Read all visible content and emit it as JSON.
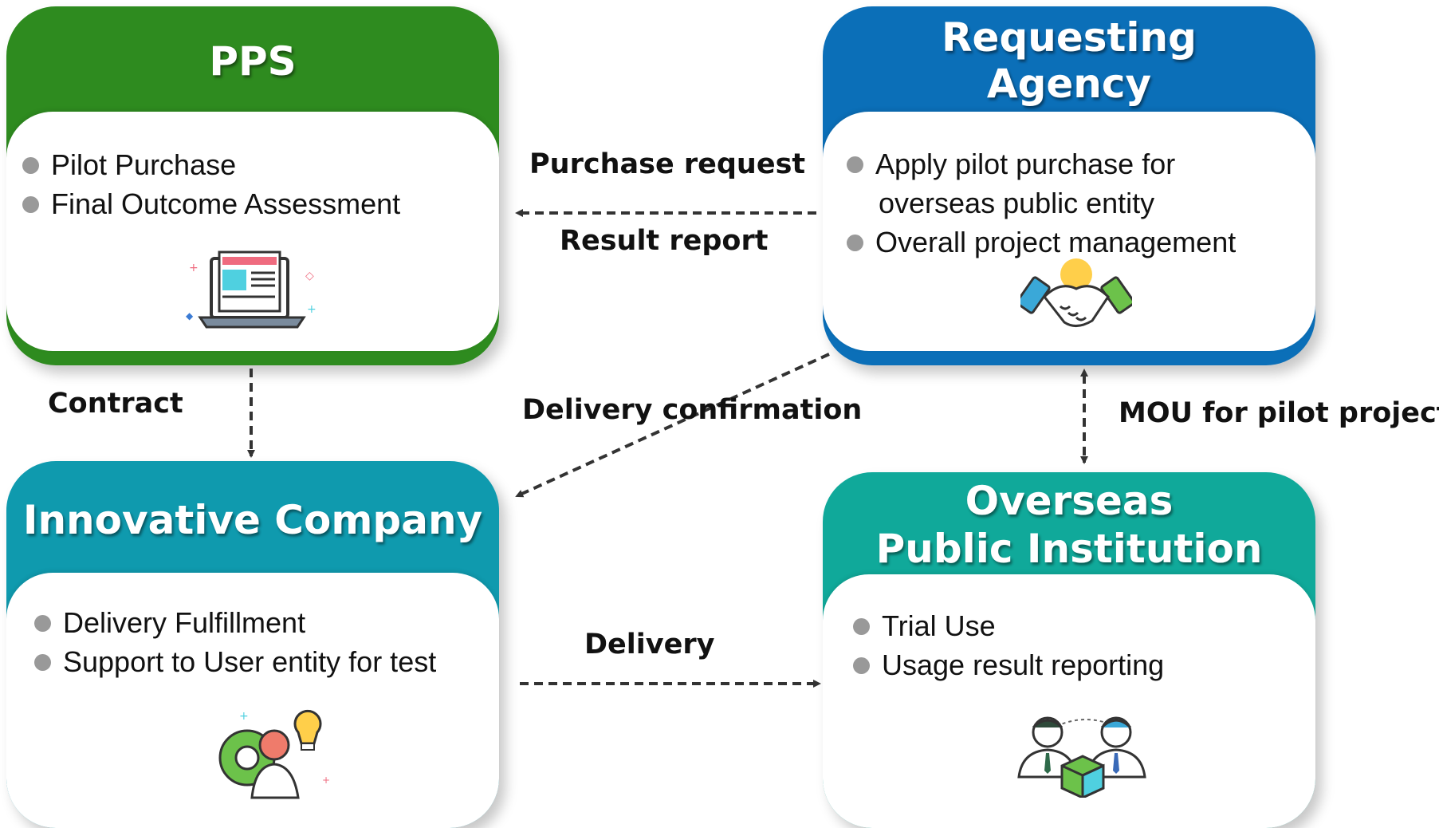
{
  "nodes": {
    "pps": {
      "title": "PPS",
      "color": "#2e8b1f",
      "items": [
        "Pilot Purchase",
        "Final Outcome Assessment"
      ],
      "icon": "laptop-document-icon"
    },
    "requesting_agency": {
      "title_line1": "Requesting",
      "title_line2": "Agency",
      "color": "#0b6fb8",
      "items": [
        "Apply pilot purchase for",
        "overseas public entity",
        "Overall project management"
      ],
      "icon": "handshake-icon"
    },
    "innovative_company": {
      "title": "Innovative Company",
      "color": "#0f9aae",
      "items": [
        "Delivery Fulfillment",
        "Support to User entity for test"
      ],
      "icon": "gear-idea-person-icon"
    },
    "overseas_institution": {
      "title_line1": "Overseas",
      "title_line2": "Public Institution",
      "color": "#10a99a",
      "items": [
        "Trial Use",
        "Usage result reporting"
      ],
      "icon": "people-box-icon"
    }
  },
  "edges": {
    "purchase_request": "Purchase request",
    "result_report": "Result report",
    "contract": "Contract",
    "delivery_confirmation": "Delivery confirmation",
    "mou": "MOU for pilot project",
    "delivery": "Delivery"
  }
}
